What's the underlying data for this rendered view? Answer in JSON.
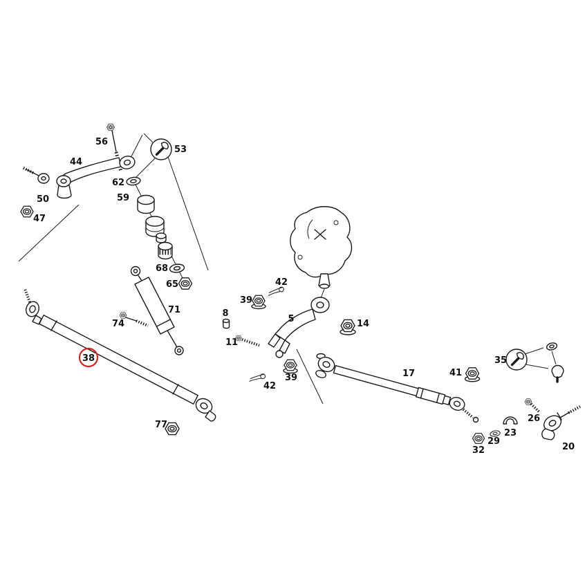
{
  "diagram": {
    "background": "#ffffff",
    "line_color": "#1a1a1a",
    "highlight_color": "#cf2822",
    "highlighted_part": "38"
  },
  "labels": {
    "p56": "56",
    "p53": "53",
    "p44": "44",
    "p62": "62",
    "p59": "59",
    "p50": "50",
    "p47": "47",
    "p68": "68",
    "p65": "65",
    "p42a": "42",
    "p39a": "39",
    "p71": "71",
    "p74": "74",
    "p8": "8",
    "p5": "5",
    "p14": "14",
    "p11": "11",
    "p38": "38",
    "p39b": "39",
    "p42b": "42",
    "p77": "77",
    "p17": "17",
    "p41": "41",
    "p35": "35",
    "p26": "26",
    "p23": "23",
    "p29": "29",
    "p32": "32",
    "p20": "20"
  }
}
